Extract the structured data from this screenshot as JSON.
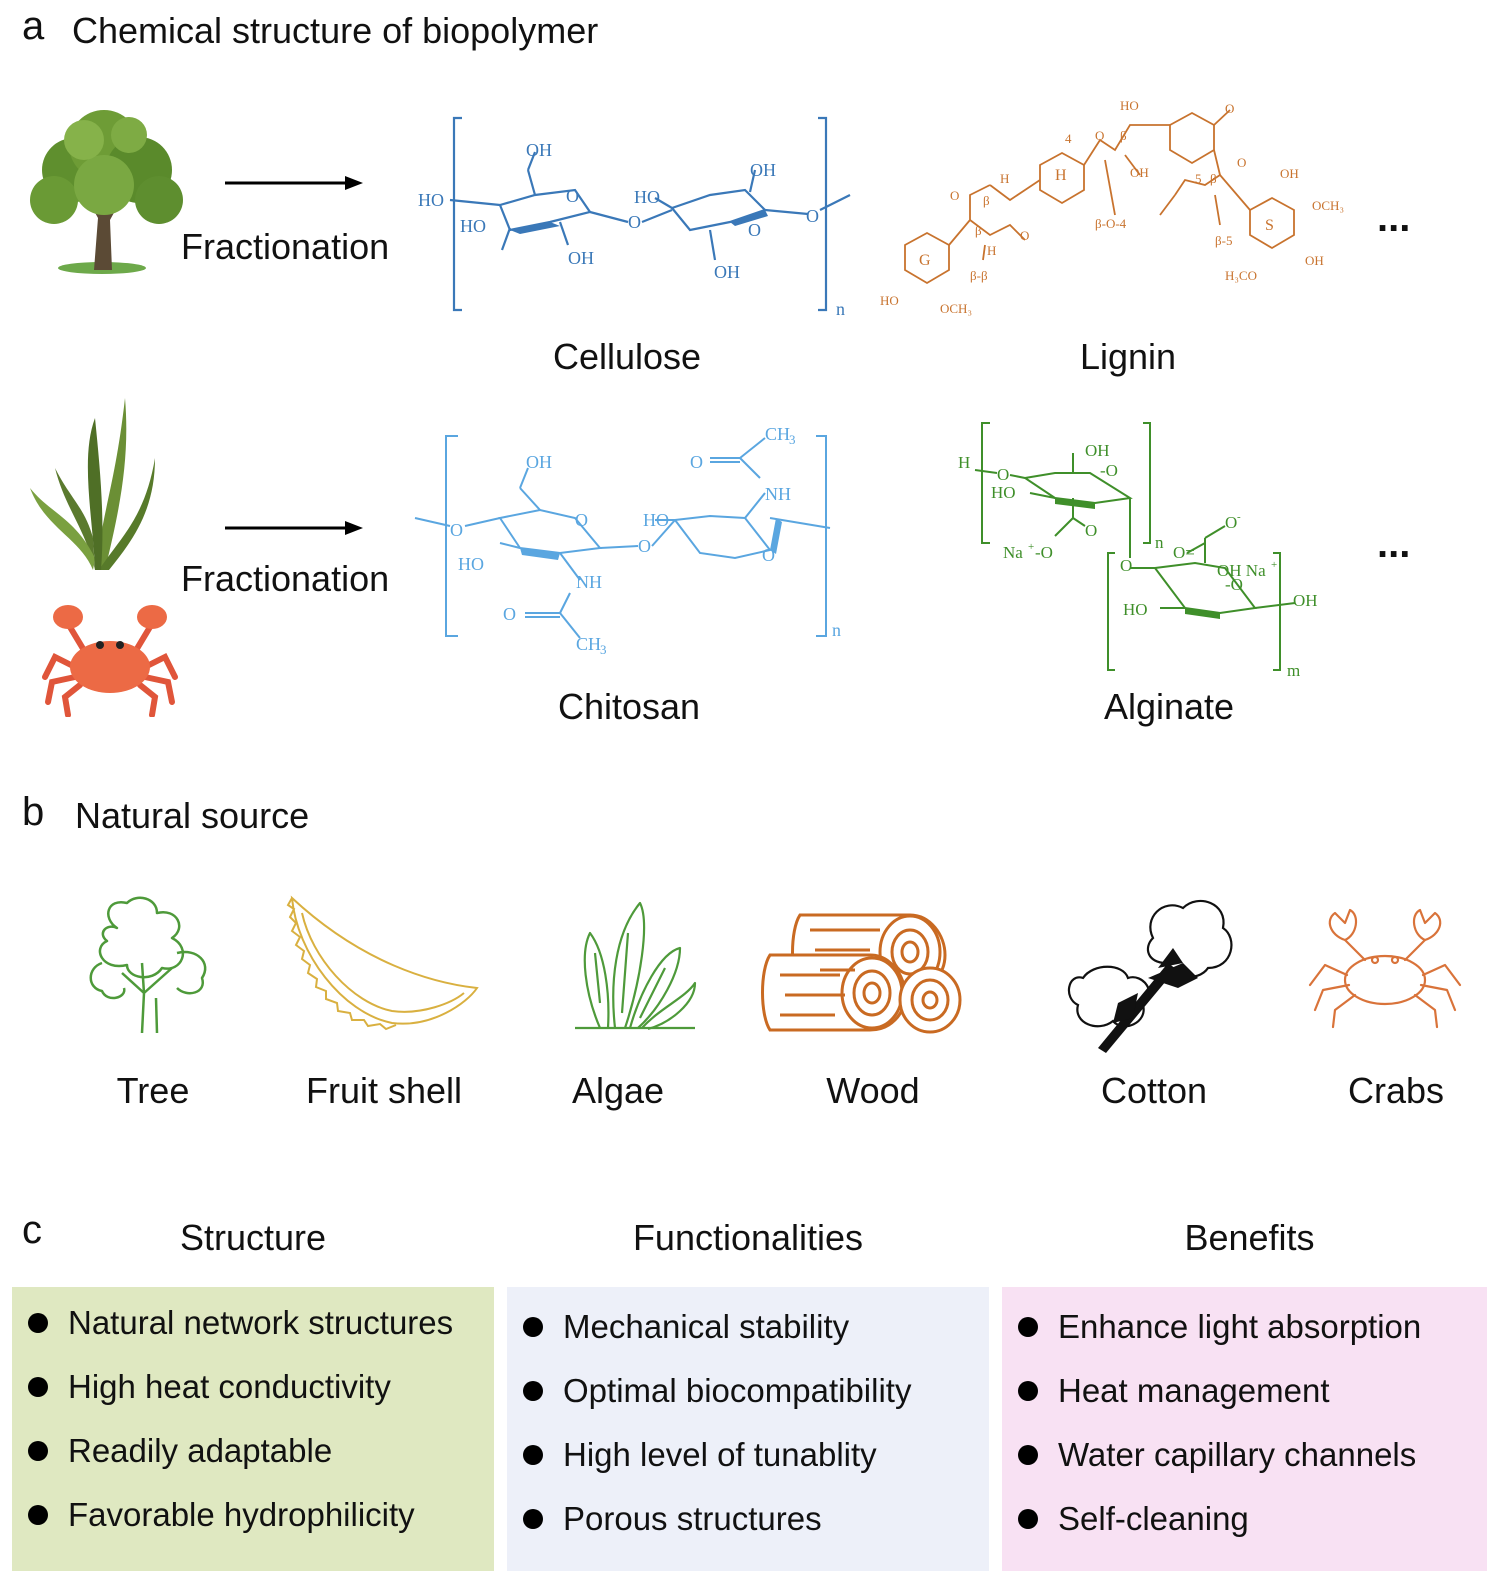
{
  "panel_a": {
    "letter": "a",
    "title": "Chemical structure of biopolymer",
    "arrow_label_1": "Fractionation",
    "arrow_label_2": "Fractionation",
    "structures": [
      "Cellulose",
      "Lignin",
      "Chitosan",
      "Alginate"
    ],
    "ellipsis_1": "...",
    "ellipsis_2": "...",
    "colors": {
      "cellulose": "#3a78b8",
      "lignin": "#c8732e",
      "chitosan": "#5aa6e0",
      "alginate": "#3f8f2a"
    }
  },
  "panel_b": {
    "letter": "b",
    "title": "Natural source",
    "sources": [
      {
        "label": "Tree",
        "icon": "tree-icon"
      },
      {
        "label": "Fruit shell",
        "icon": "fruit-shell-icon"
      },
      {
        "label": "Algae",
        "icon": "algae-icon"
      },
      {
        "label": "Wood",
        "icon": "wood-logs-icon"
      },
      {
        "label": "Cotton",
        "icon": "cotton-icon"
      },
      {
        "label": "Crabs",
        "icon": "crab-icon"
      }
    ]
  },
  "panel_c": {
    "letter": "c",
    "columns": [
      {
        "heading": "Structure",
        "color": "#dfe8c1",
        "items": [
          "Natural network structures",
          "High heat conductivity",
          "Readily adaptable",
          "Favorable hydrophilicity"
        ]
      },
      {
        "heading": "Functionalities",
        "color": "#edf0f9",
        "items": [
          "Mechanical stability",
          "Optimal biocompatibility",
          "High level of tunablity",
          "Porous structures"
        ]
      },
      {
        "heading": "Benefits",
        "color": "#f8e1f3",
        "items": [
          "Enhance light absorption",
          "Heat management",
          "Water capillary channels",
          "Self-cleaning"
        ]
      }
    ]
  }
}
